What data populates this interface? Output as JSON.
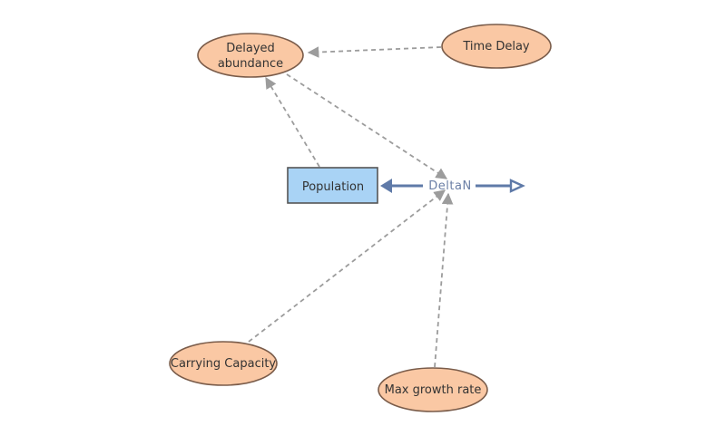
{
  "diagram": {
    "stock": {
      "label": "Population"
    },
    "flow": {
      "label": "DeltaN"
    },
    "variables": {
      "delayed_abundance": {
        "line1": "Delayed",
        "line2": "abundance"
      },
      "time_delay": {
        "label": "Time Delay"
      },
      "carrying_capacity": {
        "label": "Carrying Capacity"
      },
      "max_growth_rate": {
        "label": "Max growth rate"
      }
    },
    "colors": {
      "variable_fill": "#fac8a4",
      "variable_stroke": "#7a5c4a",
      "stock_fill": "#a9d3f5",
      "flow_color": "#5f7aa8",
      "link_color": "#9c9c9c"
    }
  }
}
